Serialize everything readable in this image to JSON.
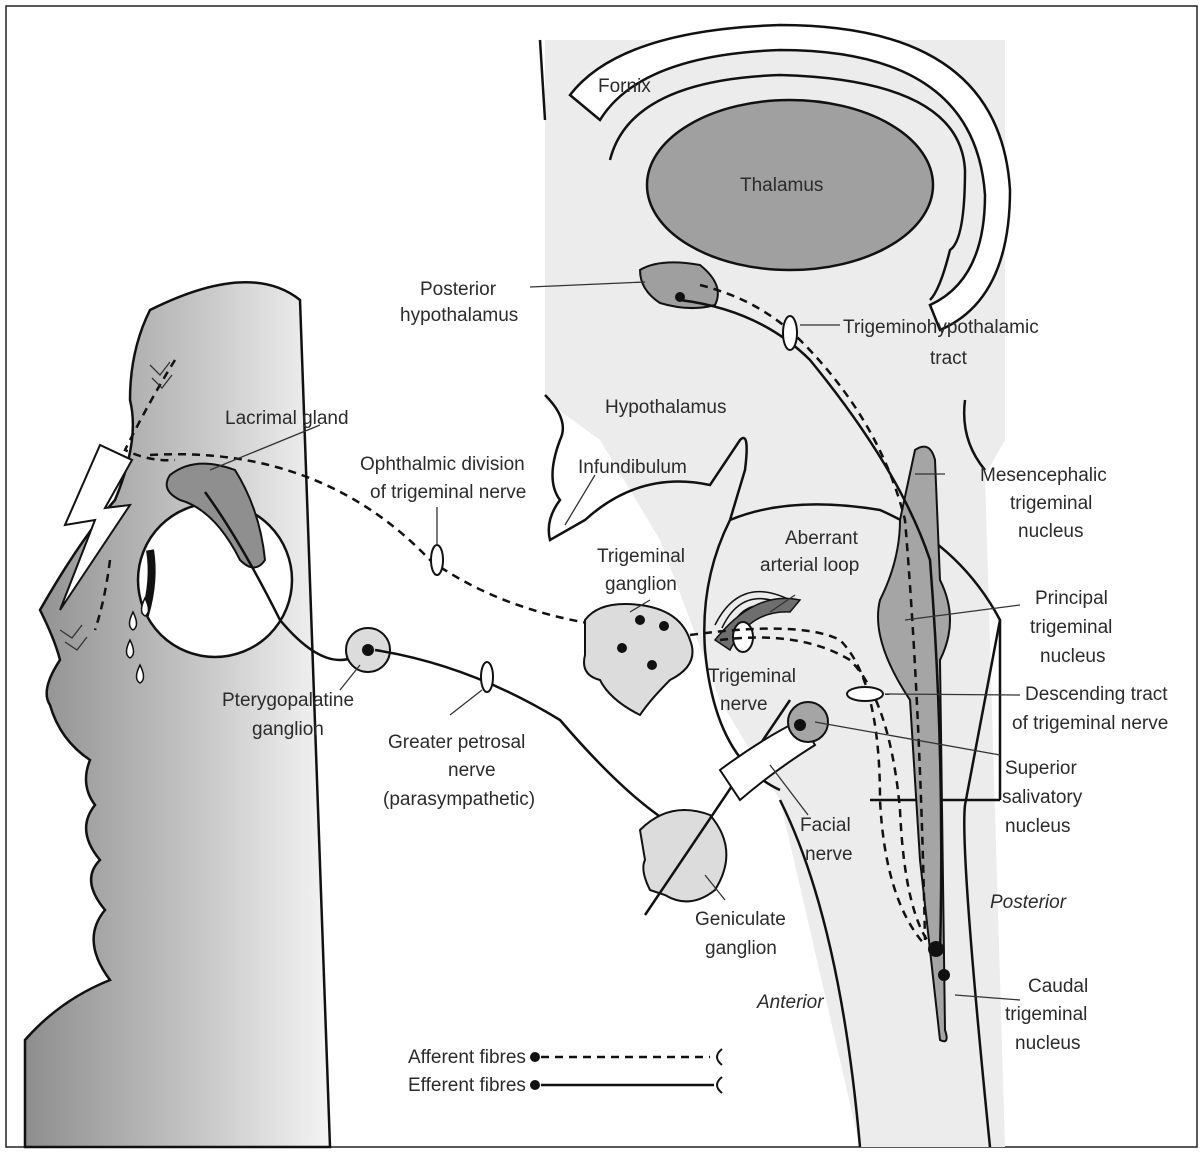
{
  "colors": {
    "background_brain": "#ececec",
    "face_dark": "#a9a9a9",
    "structure_fill": "#9f9f9f",
    "ganglion_fill": "#dcdcdc",
    "outline": "#111111",
    "label_text": "#2b2b2b"
  },
  "icons": [
    "lightning-bolt-icon",
    "tear-drop-icon"
  ],
  "labels": {
    "fornix": "Fornix",
    "thalamus": "Thalamus",
    "posterior_hypothalamus": [
      "Posterior",
      "hypothalamus"
    ],
    "trigeminohypothalamic_tract": [
      "Trigeminohypothalamic",
      "tract"
    ],
    "hypothalamus": "Hypothalamus",
    "infundibulum": "Infundibulum",
    "lacrimal_gland": "Lacrimal gland",
    "ophthalmic_division": [
      "Ophthalmic division",
      "of trigeminal nerve"
    ],
    "mesencephalic_nucleus": [
      "Mesencephalic",
      "trigeminal",
      "nucleus"
    ],
    "aberrant_loop": [
      "Aberrant",
      "arterial loop"
    ],
    "trigeminal_ganglion": [
      "Trigeminal",
      "ganglion"
    ],
    "principal_nucleus": [
      "Principal",
      "trigeminal",
      "nucleus"
    ],
    "trigeminal_nerve": [
      "Trigeminal",
      "nerve"
    ],
    "descending_tract": [
      "Descending tract",
      "of trigeminal nerve"
    ],
    "pterygopalatine_ganglion": [
      "Pterygopalatine",
      "ganglion"
    ],
    "greater_petrosal_nerve": [
      "Greater petrosal",
      "nerve",
      "(parasympathetic)"
    ],
    "superior_salivatory": [
      "Superior",
      "salivatory",
      "nucleus"
    ],
    "facial_nerve": [
      "Facial",
      "nerve"
    ],
    "posterior": "Posterior",
    "geniculate_ganglion": [
      "Geniculate",
      "ganglion"
    ],
    "anterior": "Anterior",
    "caudal_nucleus": [
      "Caudal",
      "trigeminal",
      "nucleus"
    ]
  },
  "legend": {
    "afferent": "Afferent fibres",
    "efferent": "Efferent fibres"
  }
}
